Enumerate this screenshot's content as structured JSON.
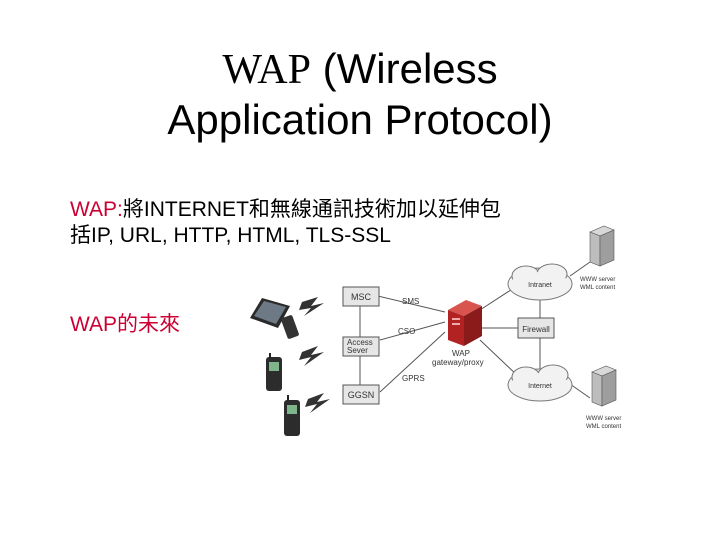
{
  "slide": {
    "title_part1": "WAP",
    "title_part2": " (Wireless",
    "title_line2": "Application Protocol)",
    "bullets": [
      {
        "lead": "WAP:",
        "text": "將INTERNET和無線通訊技術加以延伸包",
        "text2": "括IP, URL, HTTP, HTML, TLS-SSL"
      },
      {
        "lead": "WAP的未來",
        "text": ""
      }
    ]
  },
  "diagram": {
    "boxes": {
      "msc": "MSC",
      "access_line1": "Access",
      "access_line2": "Sever",
      "ggsn": "GGSN",
      "firewall": "Firewall"
    },
    "links": {
      "sms": "SMS",
      "cso": "CSO",
      "gprs": "GPRS"
    },
    "gateway_line1": "WAP",
    "gateway_line2": "gateway/proxy",
    "clouds": {
      "intranet": "Intranet",
      "internet": "Internet"
    },
    "server_top_line1": "WWW server",
    "server_top_line2": "WML content",
    "server_bottom_line1": "WWW server",
    "server_bottom_line2": "WML content"
  },
  "colors": {
    "accent": "#cc0033",
    "gateway": "#b22222",
    "box_fill": "#e6e6e6"
  }
}
